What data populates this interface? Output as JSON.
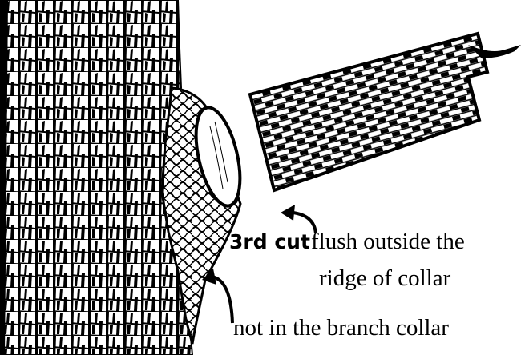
{
  "labels": {
    "third_cut": "3rd cut",
    "flush_line1": "flush outside the",
    "flush_line2": "ridge of collar",
    "not_in_collar": "not in the branch collar"
  },
  "colors": {
    "ink": "#000000",
    "paper": "#ffffff"
  },
  "figure": {
    "subject": "pruning cut on a tree branch",
    "elements": [
      "trunk",
      "branch-collar",
      "cut-face",
      "removed-branch-stub",
      "arrow-third-cut",
      "arrow-collar"
    ]
  }
}
